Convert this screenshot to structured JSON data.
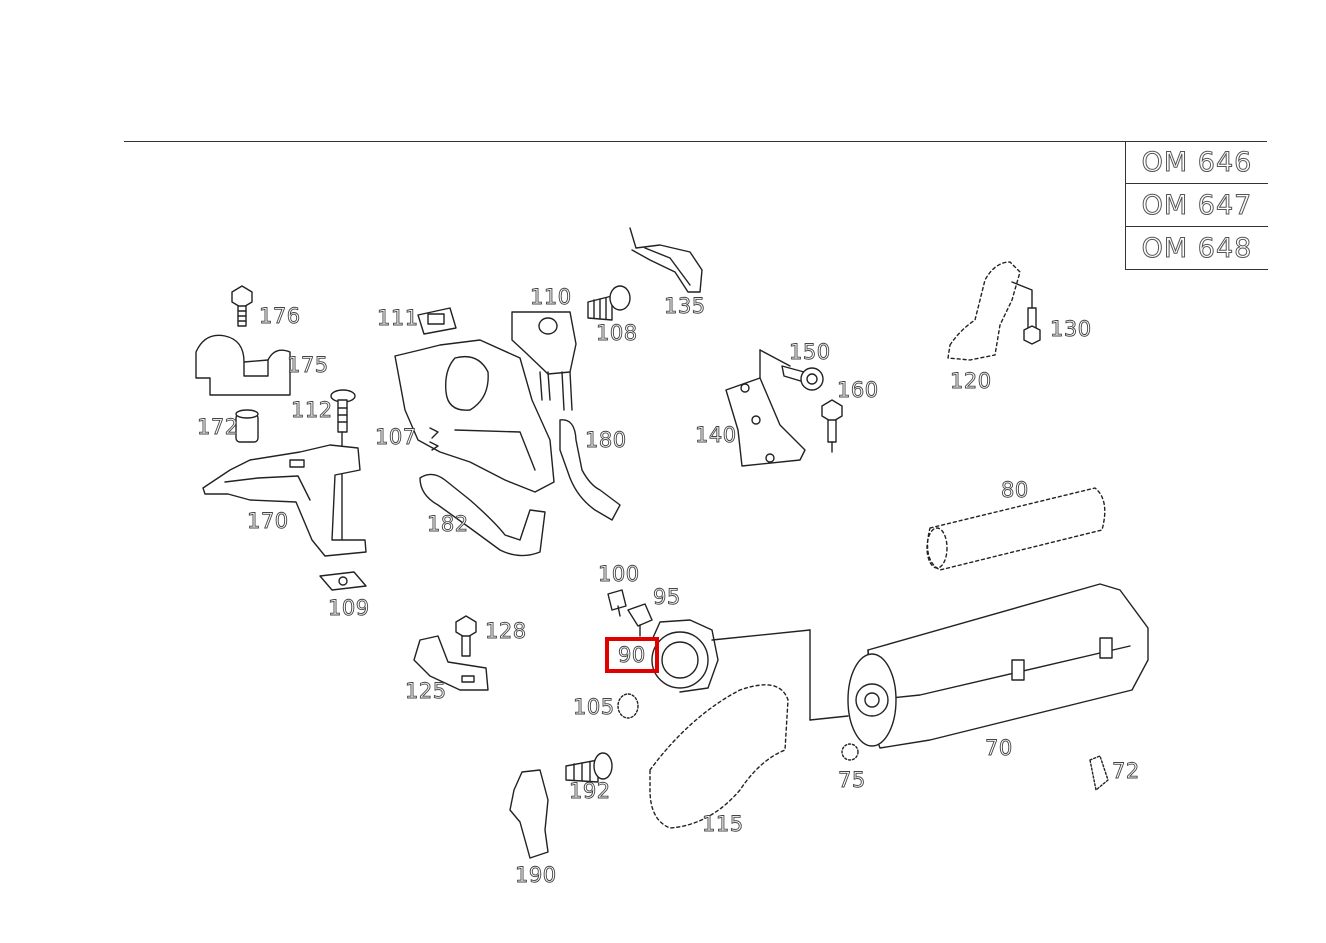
{
  "engines": [
    "OM 646",
    "OM 647",
    "OM 648"
  ],
  "callouts": {
    "p176": "176",
    "p175": "175",
    "p172": "172",
    "p112": "112",
    "p170": "170",
    "p109": "109",
    "p111": "111",
    "p110": "110",
    "p108": "108",
    "p107": "107",
    "p180": "180",
    "p182": "182",
    "p135": "135",
    "p150": "150",
    "p160": "160",
    "p140": "140",
    "p130": "130",
    "p120": "120",
    "p80": "80",
    "p100": "100",
    "p95": "95",
    "p90": "90",
    "p128": "128",
    "p125": "125",
    "p105": "105",
    "p192": "192",
    "p190": "190",
    "p115": "115",
    "p75": "75",
    "p70": "70",
    "p72": "72"
  },
  "highlight": {
    "part": "90",
    "color": "#e00000"
  }
}
